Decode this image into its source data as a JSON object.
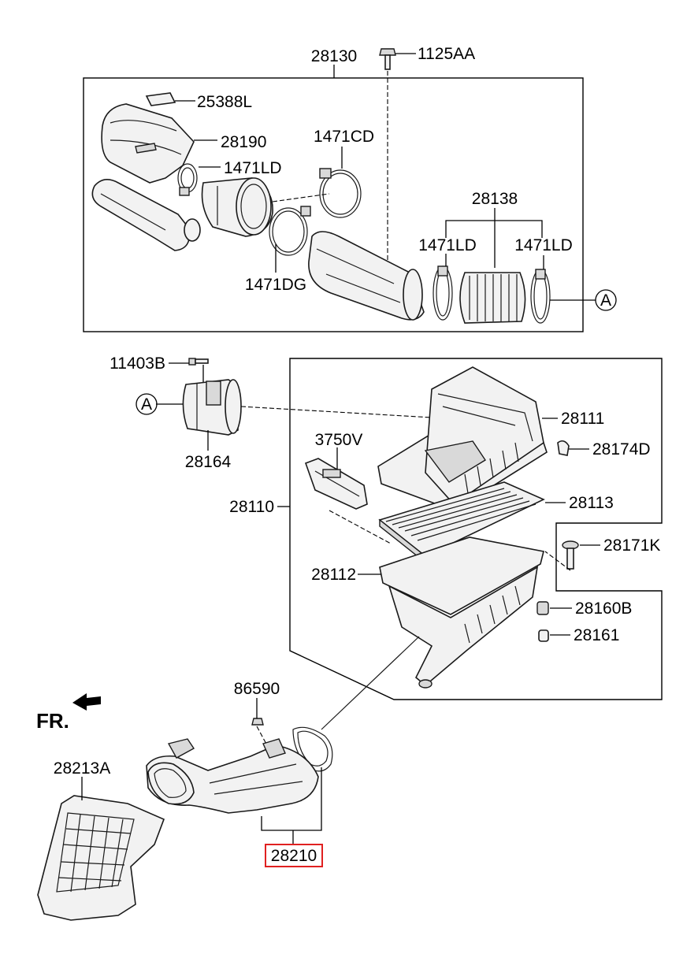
{
  "labels": {
    "p28130": "28130",
    "p1125AA": "1125AA",
    "p25388L": "25388L",
    "p28190": "28190",
    "p1471CD": "1471CD",
    "p1471LD_top": "1471LD",
    "p28138": "28138",
    "p1471LD_mid": "1471LD",
    "p1471LD_right": "1471LD",
    "p1471DG": "1471DG",
    "callout_A_top": "A",
    "p11403B": "11403B",
    "callout_A_mid": "A",
    "p28164": "28164",
    "p28111": "28111",
    "p3750V": "3750V",
    "p28174D": "28174D",
    "p28110": "28110",
    "p28113": "28113",
    "p28171K": "28171K",
    "p28112": "28112",
    "p28160B": "28160B",
    "p28161": "28161",
    "p86590": "86590",
    "fr": "FR.",
    "p28213A": "28213A",
    "p28210": "28210"
  },
  "highlight": {
    "part": "28210",
    "color": "#e02020"
  }
}
